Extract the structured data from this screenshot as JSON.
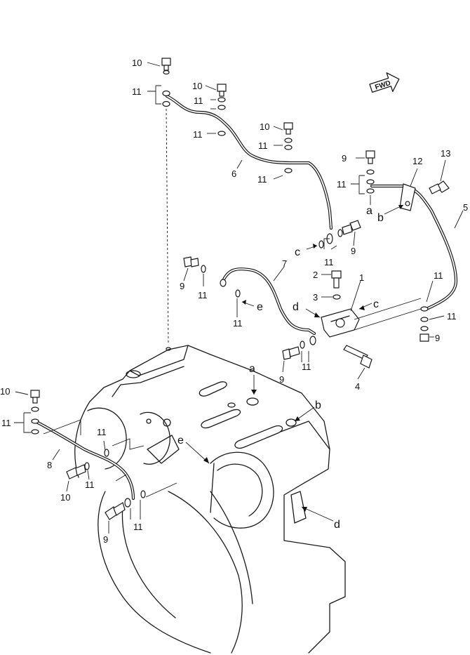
{
  "fwd_badge": "FWD",
  "part_numbers": {
    "p1": "1",
    "p2": "2",
    "p3": "3",
    "p4": "4",
    "p5": "5",
    "p6": "6",
    "p7": "7",
    "p8": "8",
    "p9": "9",
    "p10": "10",
    "p11": "11",
    "p12": "12",
    "p13": "13"
  },
  "connection_refs": {
    "a": "a",
    "b": "b",
    "c": "c",
    "d": "d",
    "e": "e"
  }
}
